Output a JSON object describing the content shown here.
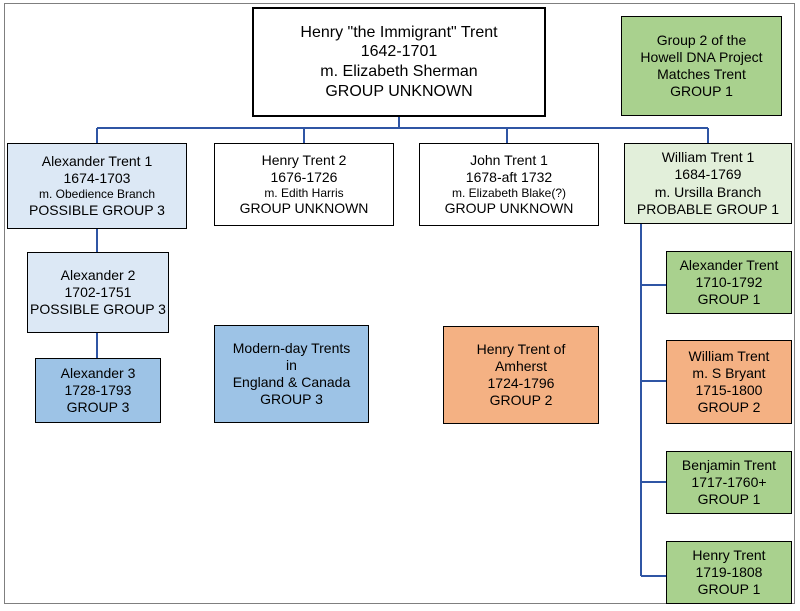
{
  "colors": {
    "line": "#2f55a4",
    "white": "#ffffff",
    "light_blue": "#dce8f5",
    "blue": "#9dc3e6",
    "green": "#a9d18e",
    "light_green": "#e2efda",
    "orange": "#f4b183"
  },
  "boxes": {
    "henry_immigrant": [
      "Henry \"the Immigrant\" Trent",
      "1642-1701",
      "m. Elizabeth Sherman",
      "GROUP UNKNOWN"
    ],
    "howell_group2": [
      "Group 2 of the",
      "Howell DNA Project",
      "Matches Trent",
      "GROUP 1"
    ],
    "alexander_trent_1": [
      "Alexander Trent 1",
      "1674-1703",
      "m. Obedience Branch",
      "POSSIBLE GROUP 3"
    ],
    "henry_trent_2": [
      "Henry Trent 2",
      "1676-1726",
      "m. Edith Harris",
      "GROUP UNKNOWN"
    ],
    "john_trent_1": [
      "John Trent 1",
      "1678-aft 1732",
      "m. Elizabeth Blake(?)",
      "GROUP UNKNOWN"
    ],
    "william_trent_1": [
      "William Trent 1",
      "1684-1769",
      "m. Ursilla Branch",
      "PROBABLE GROUP 1"
    ],
    "alexander_2": [
      "Alexander 2",
      "1702-1751",
      "POSSIBLE GROUP 3"
    ],
    "alexander_3": [
      "Alexander 3",
      "1728-1793",
      "GROUP 3"
    ],
    "modern_trents": [
      "Modern-day Trents",
      "in",
      "England & Canada",
      "GROUP 3"
    ],
    "henry_amherst": [
      "Henry Trent of",
      "Amherst",
      "1724-1796",
      "GROUP 2"
    ],
    "alexander_trent_w": [
      "Alexander Trent",
      "1710-1792",
      "GROUP 1"
    ],
    "william_trent_w": [
      "William Trent",
      "m. S Bryant",
      "1715-1800",
      "GROUP 2"
    ],
    "benjamin_trent": [
      "Benjamin Trent",
      "1717-1760+",
      "GROUP 1"
    ],
    "henry_trent_w": [
      "Henry Trent",
      "1719-1808",
      "GROUP 1"
    ]
  }
}
